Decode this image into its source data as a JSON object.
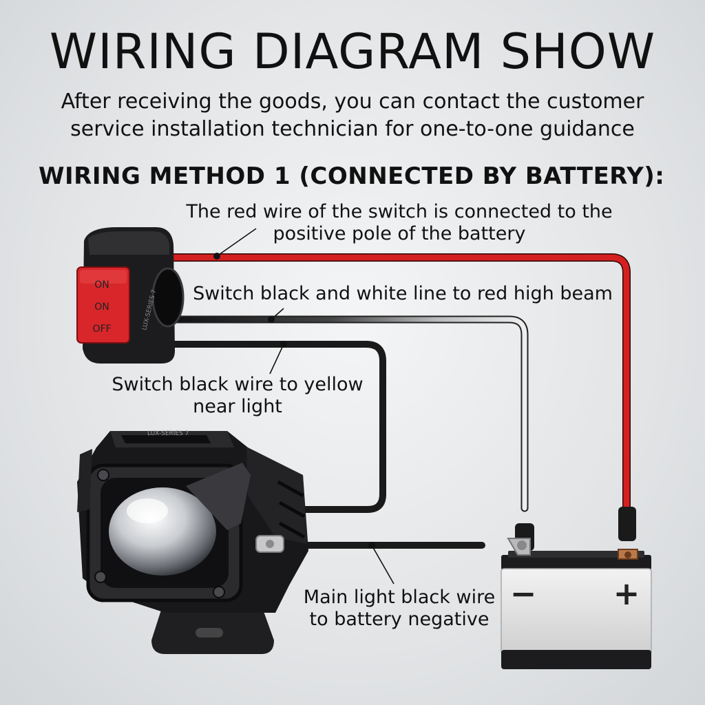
{
  "header": {
    "title": "WIRING DIAGRAM SHOW",
    "subtitle": "After receiving the goods, you can contact the customer service installation technician for one-to-one guidance"
  },
  "method": {
    "heading": "WIRING METHOD 1 (CONNECTED BY BATTERY):"
  },
  "callouts": {
    "red_wire": "The red wire of the switch is connected to the positive pole of the battery",
    "black_white_wire": "Switch black and white line to red high beam",
    "black_wire": "Switch black wire to yellow near light",
    "negative_wire": "Main light black wire to battery negative"
  },
  "switch": {
    "labels": [
      "ON",
      "ON",
      "OFF"
    ],
    "brand": "LUX-SERIES 7"
  },
  "light": {
    "brand": "LUX-SERIES 7"
  },
  "battery": {
    "negative_symbol": "−",
    "positive_symbol": "+"
  },
  "colors": {
    "red_wire": "#d42020",
    "black_wire": "#1a1a1a",
    "switch_button": "#d8262a",
    "housing": "#1c1c1e"
  }
}
